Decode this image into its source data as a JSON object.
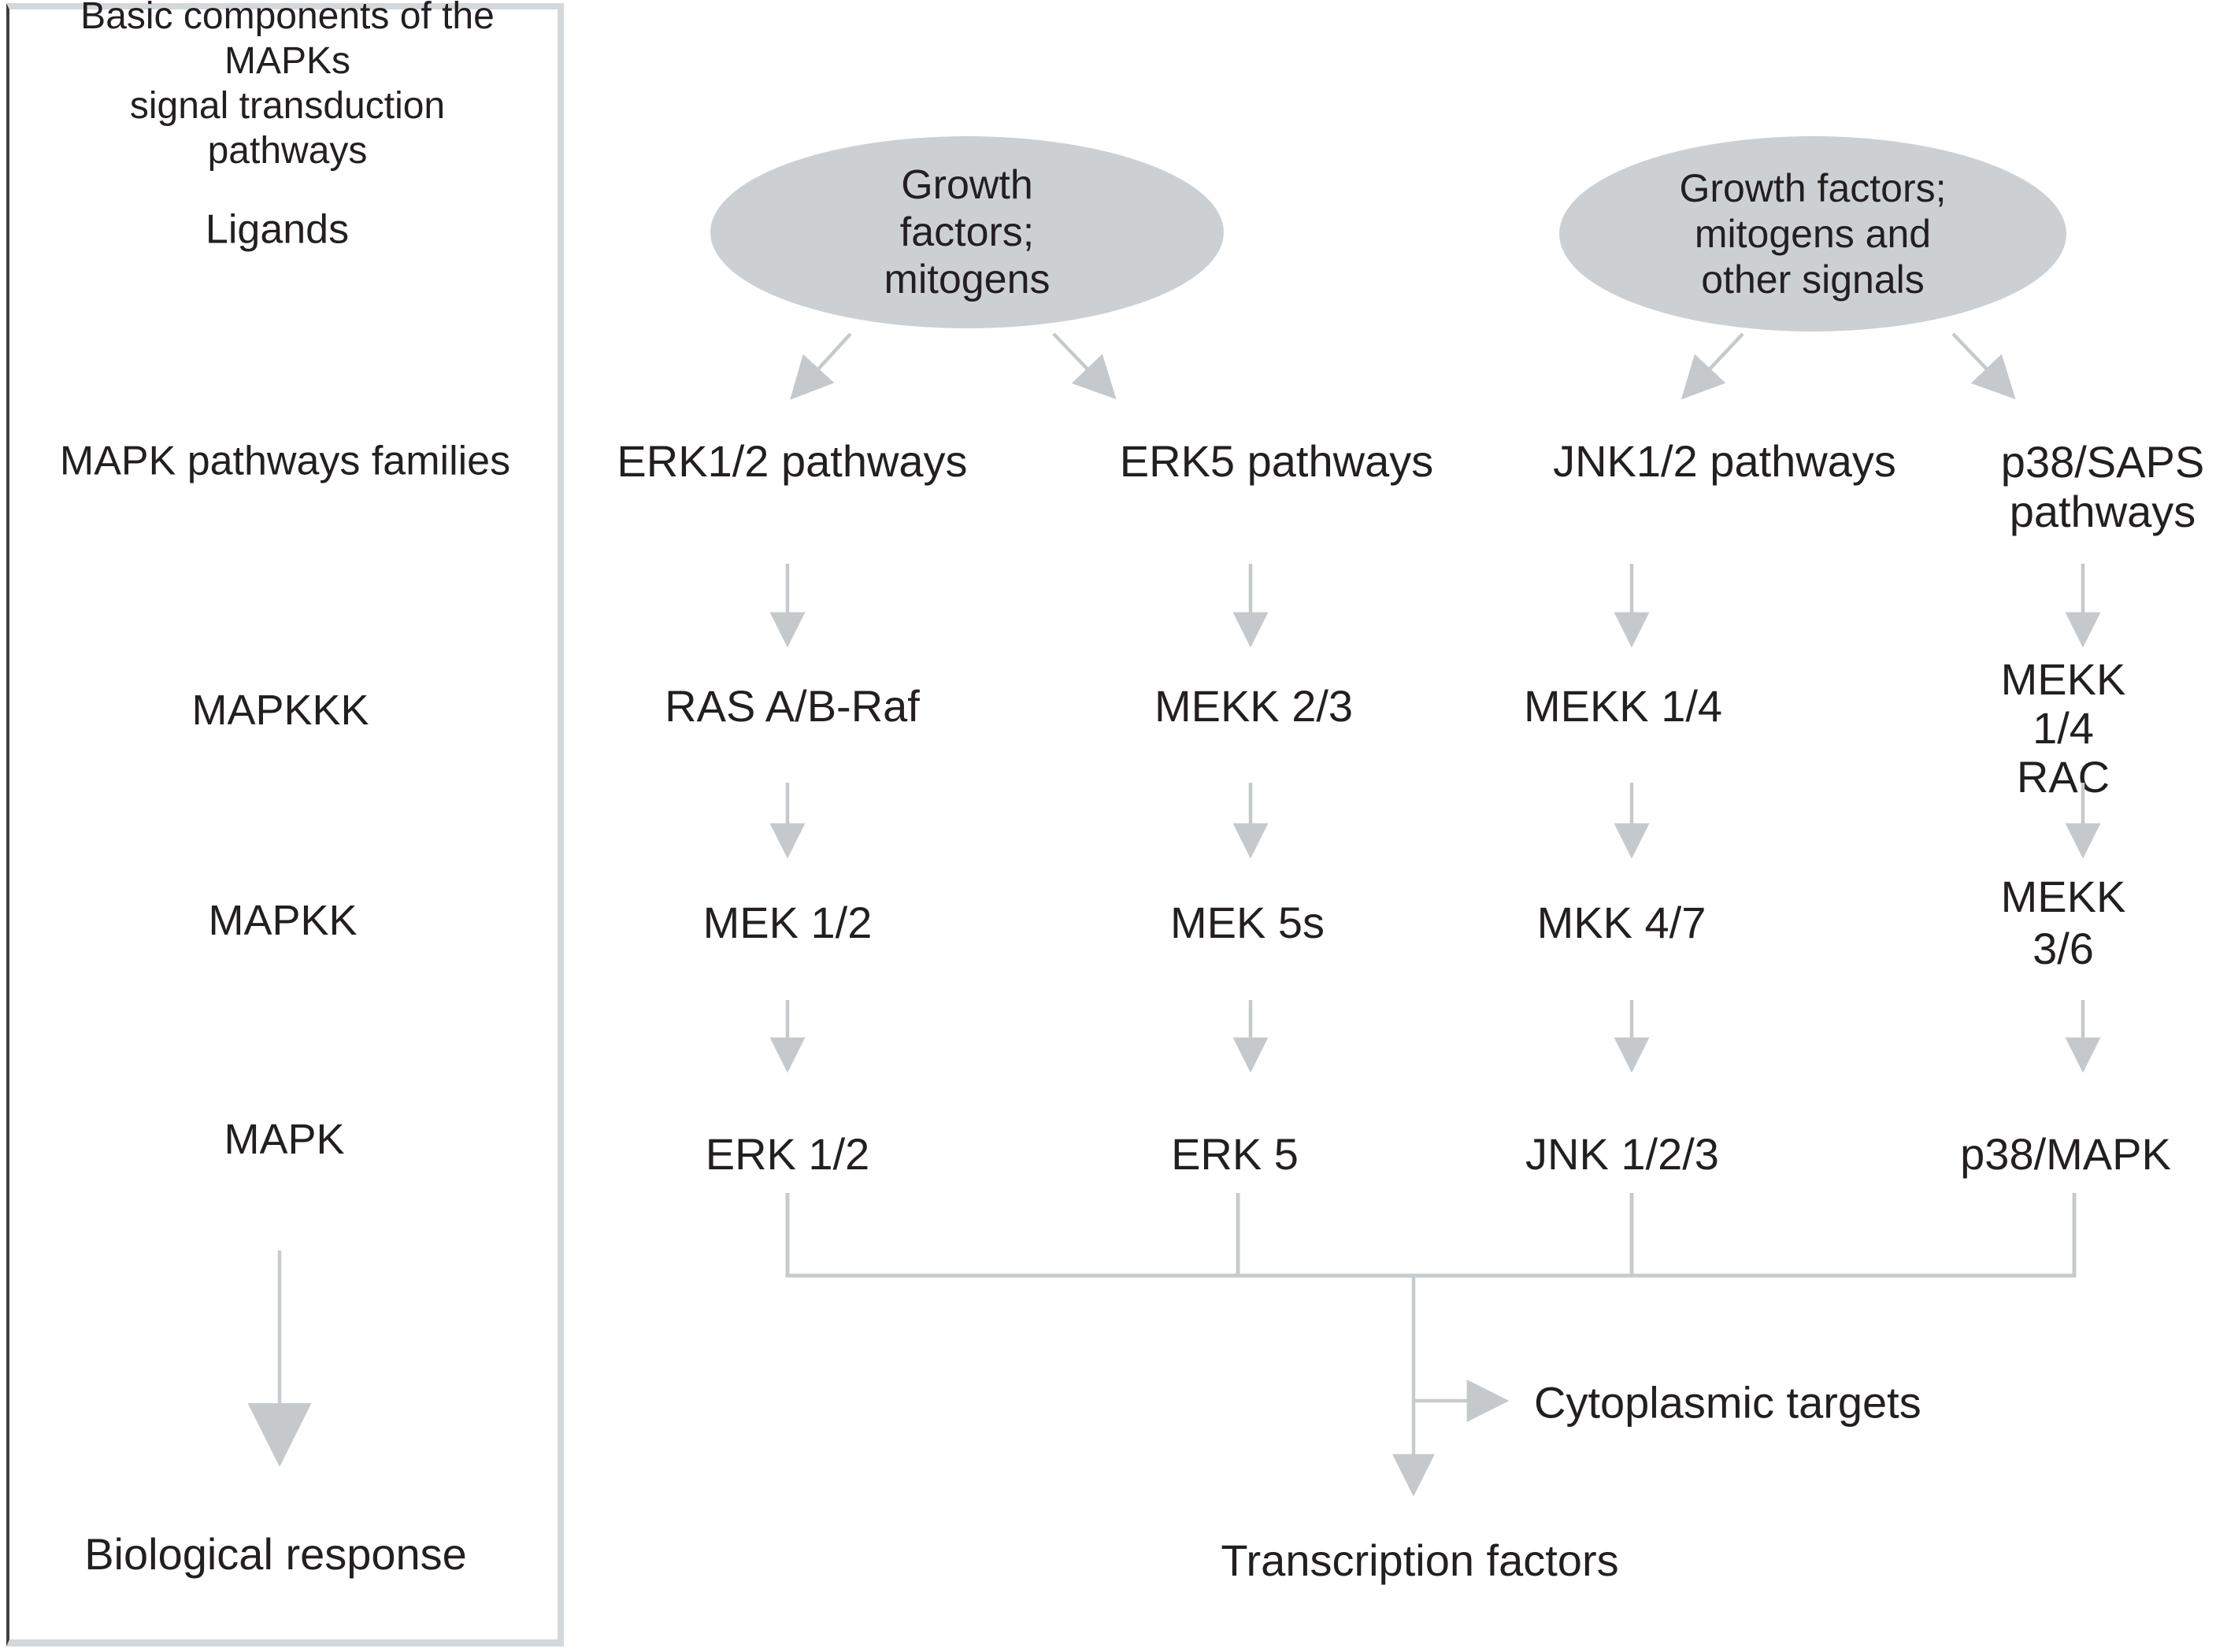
{
  "panel": {
    "title": "Basic components of the MAPKs\nsignal transduction\npathways",
    "rows": {
      "ligands": "Ligands",
      "families": "MAPK pathways families",
      "mapkkk": "MAPKKK",
      "mapkk": "MAPKK",
      "mapk": "MAPK",
      "response": "Biological response"
    }
  },
  "ellipses": [
    {
      "text": "Growth\nfactors;\nmitogens"
    },
    {
      "text": "Growth factors;\nmitogens and\nother signals"
    }
  ],
  "columns": [
    {
      "family": "ERK1/2 pathways",
      "mapkkk": "RAS A/B-Raf",
      "mapkk": "MEK 1/2",
      "mapk": "ERK 1/2"
    },
    {
      "family": "ERK5 pathways",
      "mapkkk": "MEKK 2/3",
      "mapkk": "MEK 5s",
      "mapk": "ERK 5"
    },
    {
      "family": "JNK1/2 pathways",
      "mapkkk": "MEKK 1/4",
      "mapkk": "MKK 4/7",
      "mapk": "JNK 1/2/3"
    },
    {
      "family": "p38/SAPS\npathways",
      "mapkkk": "MEKK 1/4\nRAC",
      "mapkk": "MEKK 3/6",
      "mapk": "p38/MAPK"
    }
  ],
  "outputs": {
    "cytoplasmic": "Cytoplasmic targets",
    "transcription": "Transcription factors"
  },
  "colors": {
    "arrow_gray": "#c6c9cc",
    "ellipse_fill": "#cdd0d3",
    "panel_border": "#d5d8da",
    "panel_left_edge": "#3f3f3f",
    "text": "#231f20",
    "background": "#ffffff"
  }
}
